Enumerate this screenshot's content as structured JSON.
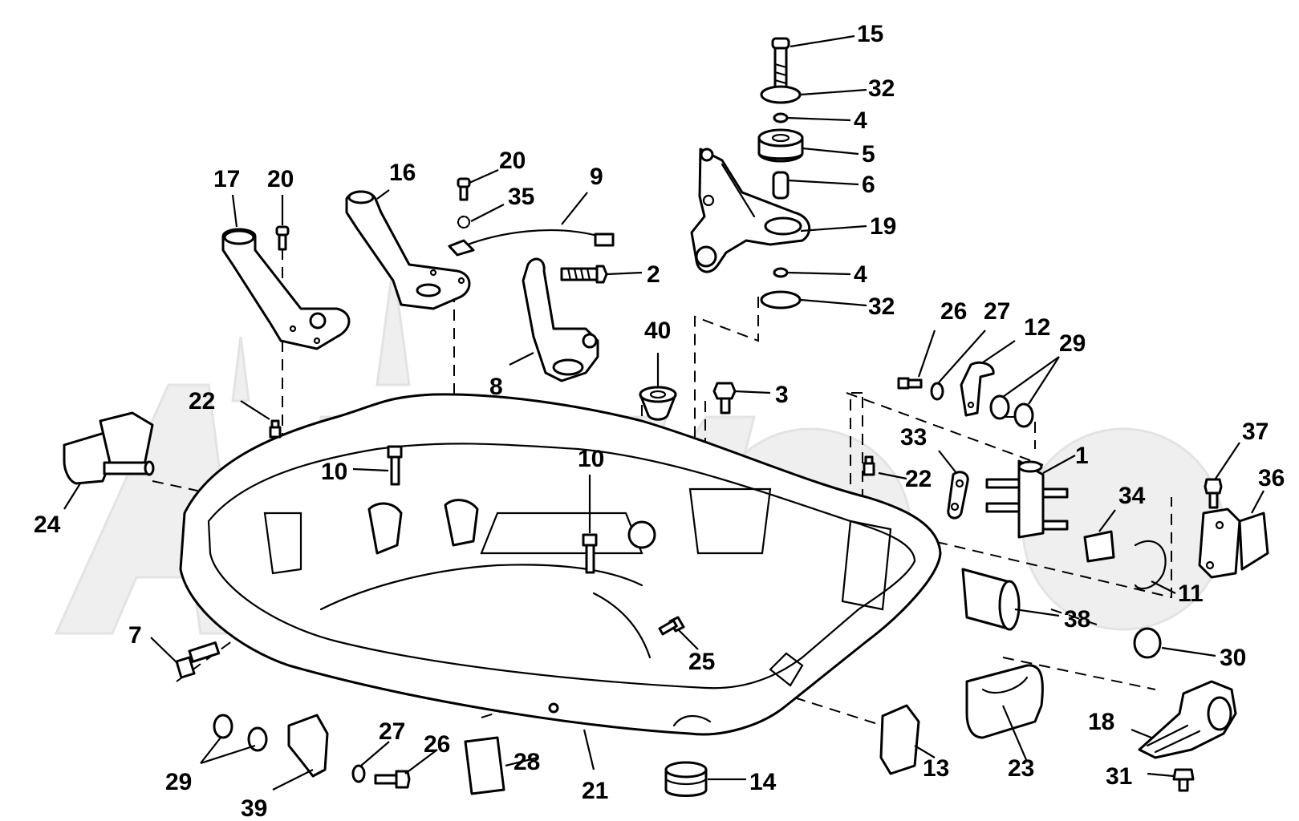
{
  "diagram": {
    "accent_color": "#000000",
    "watermark_color": "#e8e8e8",
    "callouts": [
      {
        "id": "c15",
        "text": "15"
      },
      {
        "id": "c32a",
        "text": "32"
      },
      {
        "id": "c4a",
        "text": "4"
      },
      {
        "id": "c5",
        "text": "5"
      },
      {
        "id": "c6",
        "text": "6"
      },
      {
        "id": "c19",
        "text": "19"
      },
      {
        "id": "c4b",
        "text": "4"
      },
      {
        "id": "c32b",
        "text": "32"
      },
      {
        "id": "c17",
        "text": "17"
      },
      {
        "id": "c20a",
        "text": "20"
      },
      {
        "id": "c16",
        "text": "16"
      },
      {
        "id": "c20b",
        "text": "20"
      },
      {
        "id": "c35",
        "text": "35"
      },
      {
        "id": "c9",
        "text": "9"
      },
      {
        "id": "c2",
        "text": "2"
      },
      {
        "id": "c8",
        "text": "8"
      },
      {
        "id": "c40",
        "text": "40"
      },
      {
        "id": "c3",
        "text": "3"
      },
      {
        "id": "c26a",
        "text": "26"
      },
      {
        "id": "c27a",
        "text": "27"
      },
      {
        "id": "c12",
        "text": "12"
      },
      {
        "id": "c29a",
        "text": "29"
      },
      {
        "id": "c22a",
        "text": "22"
      },
      {
        "id": "c10a",
        "text": "10"
      },
      {
        "id": "c10b",
        "text": "10"
      },
      {
        "id": "c33",
        "text": "33"
      },
      {
        "id": "c22b",
        "text": "22"
      },
      {
        "id": "c1",
        "text": "1"
      },
      {
        "id": "c37",
        "text": "37"
      },
      {
        "id": "c36",
        "text": "36"
      },
      {
        "id": "c34",
        "text": "34"
      },
      {
        "id": "c24",
        "text": "24"
      },
      {
        "id": "c11",
        "text": "11"
      },
      {
        "id": "c38",
        "text": "38"
      },
      {
        "id": "c7",
        "text": "7"
      },
      {
        "id": "c25",
        "text": "25"
      },
      {
        "id": "c30",
        "text": "30"
      },
      {
        "id": "c18",
        "text": "18"
      },
      {
        "id": "c27b",
        "text": "27"
      },
      {
        "id": "c26b",
        "text": "26"
      },
      {
        "id": "c28",
        "text": "28"
      },
      {
        "id": "c13",
        "text": "13"
      },
      {
        "id": "c23",
        "text": "23"
      },
      {
        "id": "c29b",
        "text": "29"
      },
      {
        "id": "c14",
        "text": "14"
      },
      {
        "id": "c31",
        "text": "31"
      },
      {
        "id": "c39",
        "text": "39"
      },
      {
        "id": "c21",
        "text": "21"
      }
    ]
  }
}
